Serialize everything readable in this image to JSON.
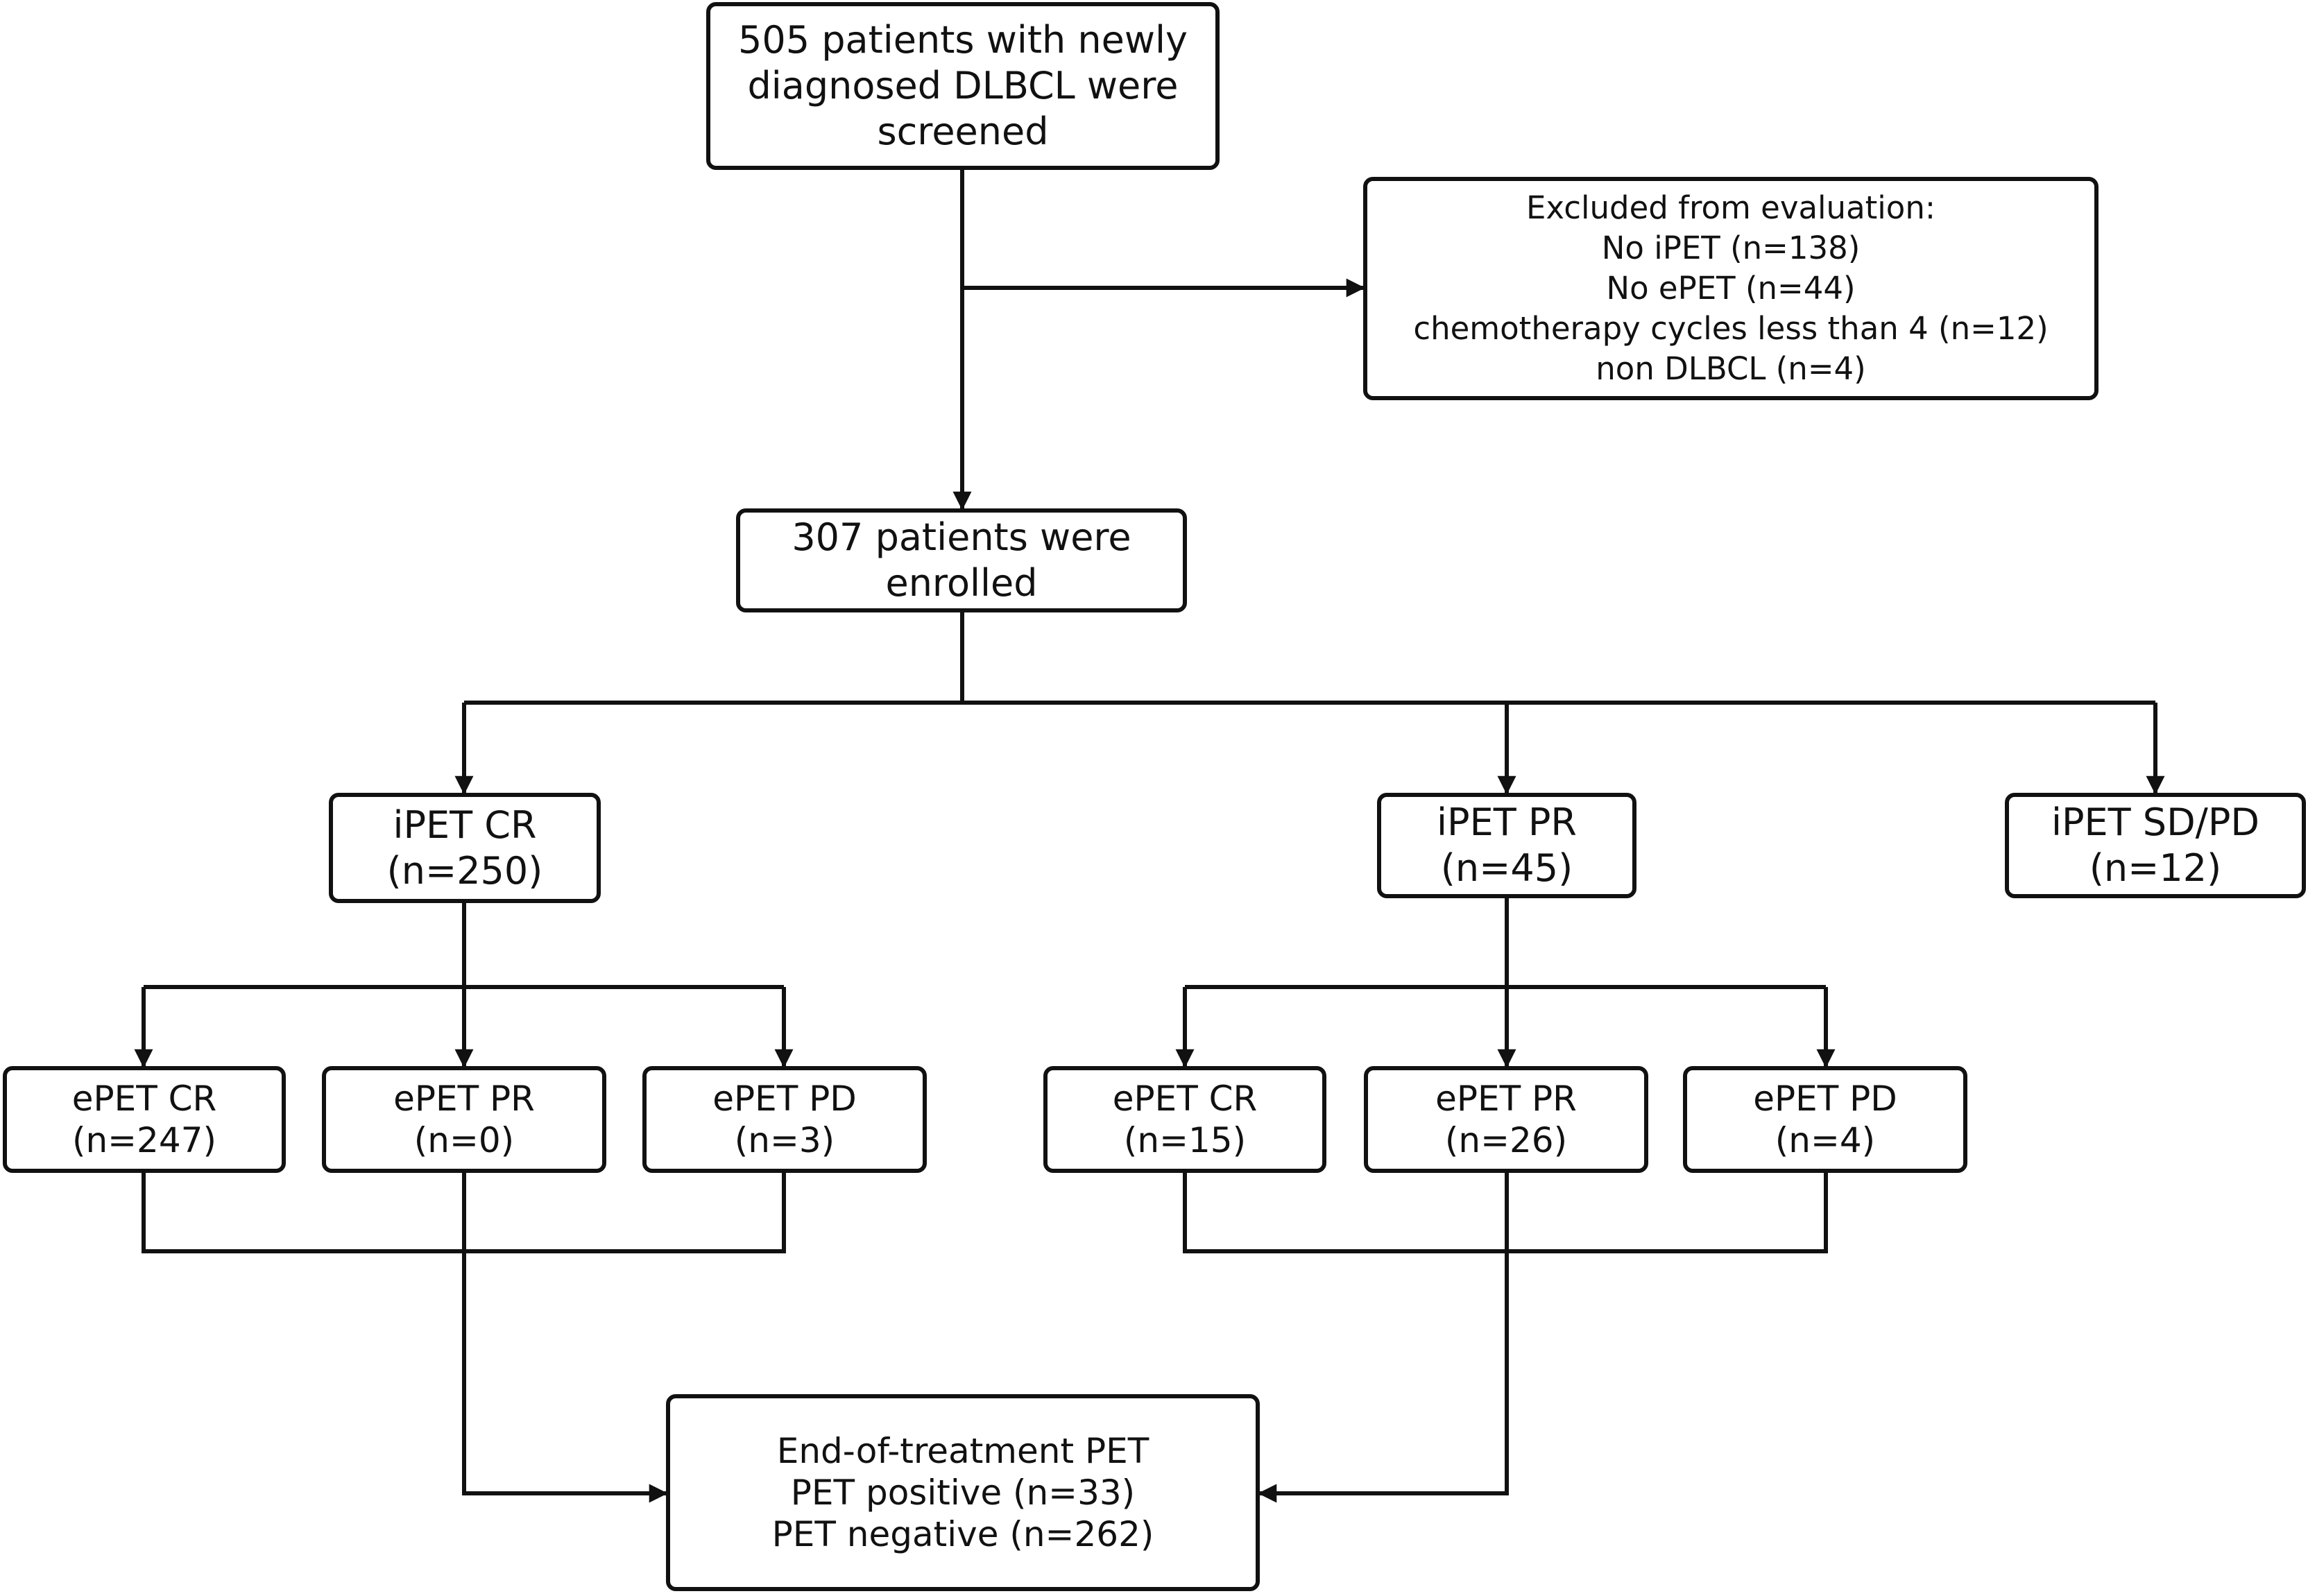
{
  "colors": {
    "line": "#111111",
    "box_border": "#111111",
    "background": "#ffffff",
    "text": "#111111"
  },
  "nodes": {
    "screened": {
      "lines": [
        "505 patients with newly",
        "diagnosed DLBCL were",
        "screened"
      ]
    },
    "excluded": {
      "lines": [
        "Excluded from evaluation:",
        "No iPET (n=138)",
        "No ePET (n=44)",
        "chemotherapy cycles less than 4 (n=12)",
        "non DLBCL (n=4)"
      ]
    },
    "enrolled": {
      "lines": [
        "307 patients were",
        "enrolled"
      ]
    },
    "ipet_cr": {
      "lines": [
        "iPET CR",
        "(n=250)"
      ]
    },
    "ipet_pr": {
      "lines": [
        "iPET PR",
        "(n=45)"
      ]
    },
    "ipet_sdpd": {
      "lines": [
        "iPET SD/PD",
        "(n=12)"
      ]
    },
    "cr_epet_cr": {
      "lines": [
        "ePET CR",
        "(n=247)"
      ]
    },
    "cr_epet_pr": {
      "lines": [
        "ePET PR",
        "(n=0)"
      ]
    },
    "cr_epet_pd": {
      "lines": [
        "ePET PD",
        "(n=3)"
      ]
    },
    "pr_epet_cr": {
      "lines": [
        "ePET CR",
        "(n=15)"
      ]
    },
    "pr_epet_pr": {
      "lines": [
        "ePET PR",
        "(n=26)"
      ]
    },
    "pr_epet_pd": {
      "lines": [
        "ePET PD",
        "(n=4)"
      ]
    },
    "end_of_treatment": {
      "lines": [
        "End-of-treatment PET",
        "PET positive (n=33)",
        "PET negative (n=262)"
      ]
    }
  }
}
